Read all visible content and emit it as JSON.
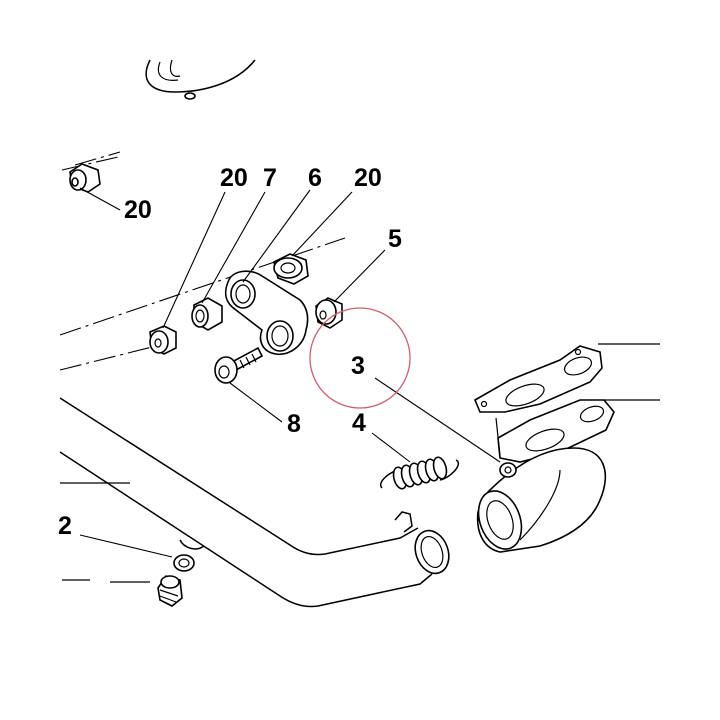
{
  "diagram": {
    "callouts": {
      "c20_left": "20",
      "c20_a": "20",
      "c7": "7",
      "c6": "6",
      "c20_b": "20",
      "c5": "5",
      "c3": "3",
      "c4": "4",
      "c8": "8",
      "c2": "2"
    },
    "colors": {
      "line": "#000000",
      "highlight_circle": "#d0606a",
      "background": "#ffffff"
    }
  }
}
